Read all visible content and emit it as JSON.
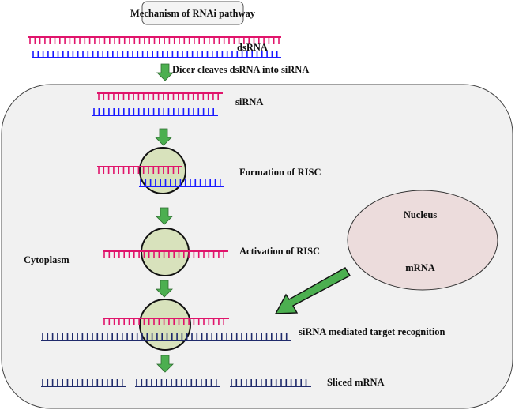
{
  "title": "Mechanism of RNAi pathway",
  "colors": {
    "sense_strand": "#e0146b",
    "antisense_strand": "#1a1aff",
    "mrna_strand": "#1f2a6b",
    "risc_fill": "#d8e2bc",
    "arrow_fill": "#4caf50",
    "cytoplasm_fill": "#f1f1f1",
    "nucleus_fill": "#ecdcdc"
  },
  "labels": {
    "dsrna": "dsRNA",
    "dicer_step": "Dicer cleaves dsRNA into siRNA",
    "sirna": "siRNA",
    "risc_formation": "Formation of RISC",
    "risc_activation": "Activation of RISC",
    "cytoplasm": "Cytoplasm",
    "nucleus": "Nucleus",
    "mrna": "mRNA",
    "target_recognition": "siRNA mediated target recognition",
    "sliced_mrna": "Sliced mRNA"
  },
  "steps": [
    "dsRNA",
    "Dicer cleaves dsRNA into siRNA",
    "siRNA",
    "Formation of RISC",
    "Activation of RISC",
    "siRNA mediated target recognition",
    "Sliced mRNA"
  ]
}
